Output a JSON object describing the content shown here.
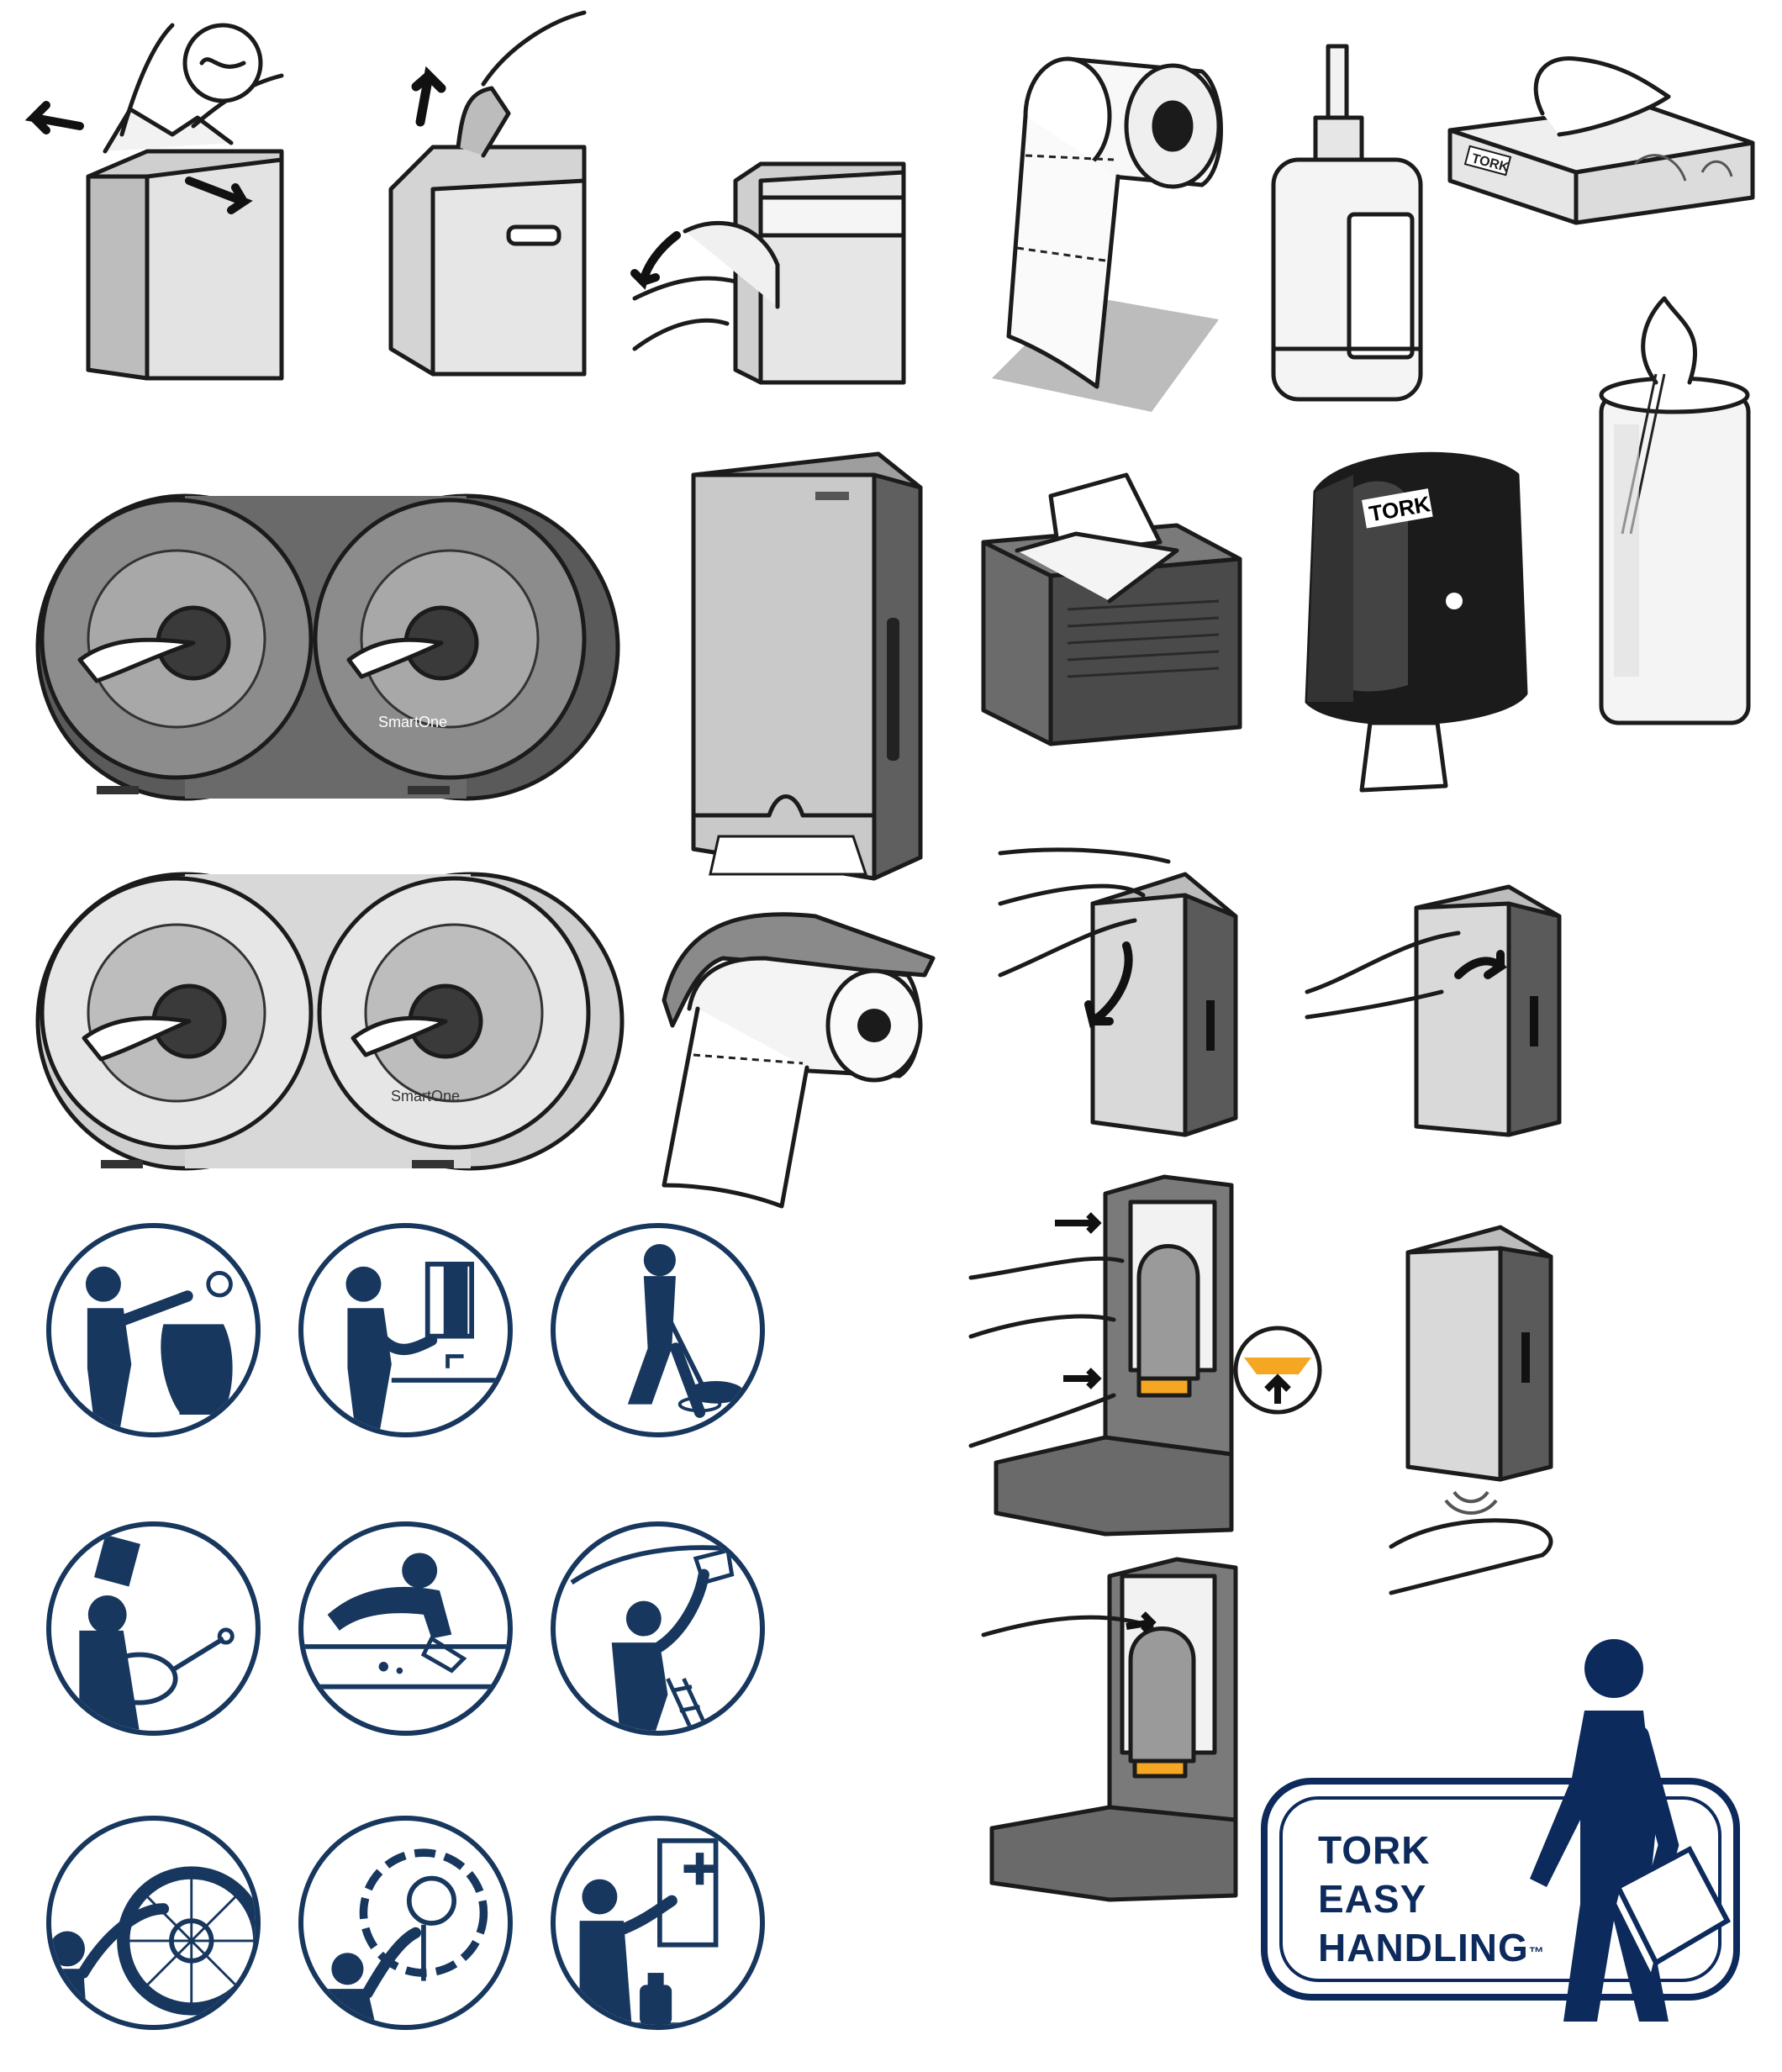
{
  "brand_texts": {
    "tissue_box_logo": "TORK",
    "black_dispenser_logo": "TORK",
    "smartone_top": "SmartOne",
    "smartone_bottom": "SmartOne"
  },
  "badge": {
    "line1": "TORK",
    "line2": "EASY",
    "line3": "HANDLING",
    "trademark": "™"
  },
  "colors": {
    "navy": "#17375e",
    "badge_navy": "#0d2a5c",
    "orange_accent": "#f5a623",
    "gray_light": "#d9d9d9",
    "gray_mid": "#9a9a9a",
    "gray_dark": "#4a4a4a",
    "black": "#1b1b1b"
  },
  "icons": [
    "dusting-pictogram-icon",
    "washroom-refill-pictogram-icon",
    "mopping-pictogram-icon",
    "kitchen-pan-pictogram-icon",
    "wiping-table-pictogram-icon",
    "ladder-wiping-pictogram-icon",
    "wheel-cleaning-pictogram-icon",
    "machine-cleaning-pictogram-icon",
    "first-aid-pictogram-icon"
  ]
}
